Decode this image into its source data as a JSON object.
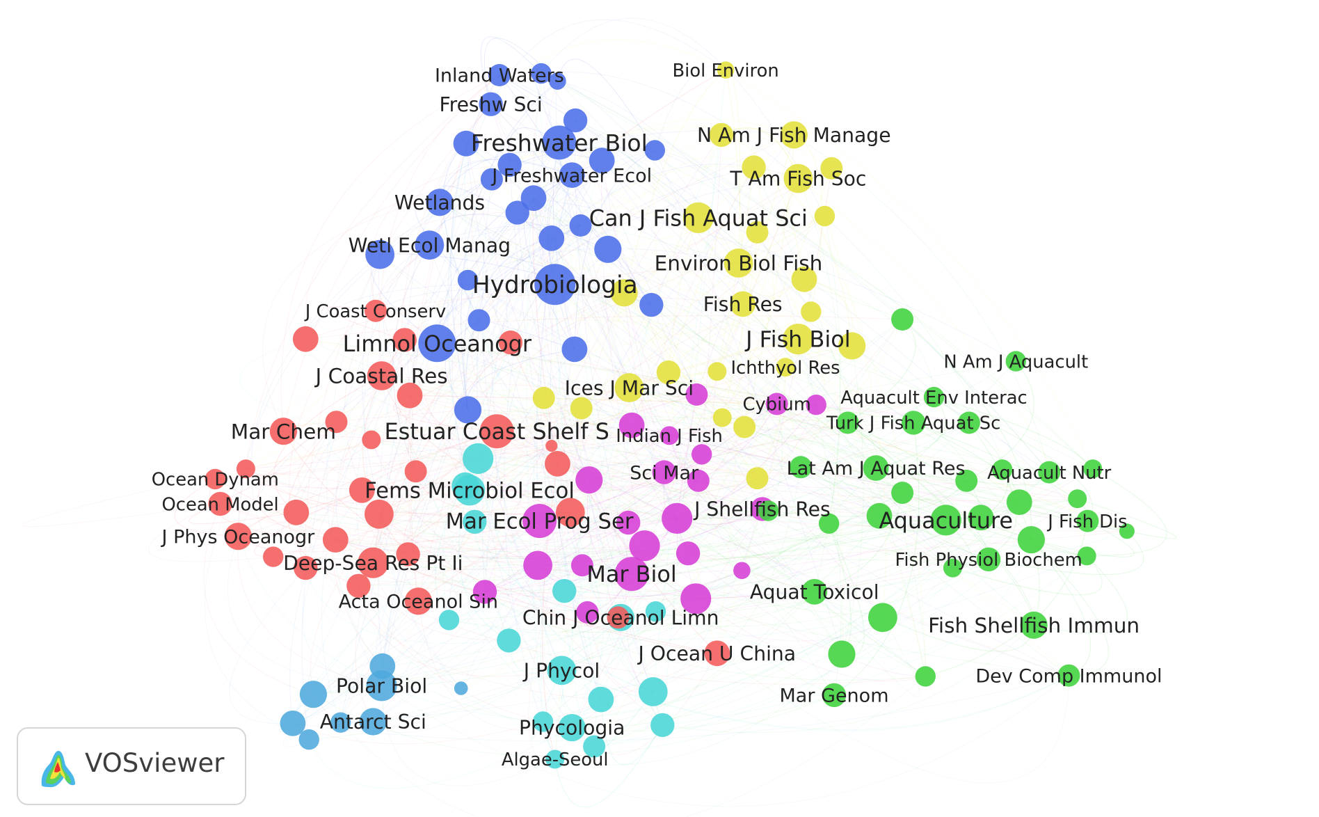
{
  "app": {
    "name": "VOSviewer"
  },
  "cluster_colors": {
    "red": "#f45b5b",
    "blue": "#4b6ee8",
    "yellow": "#e3e03a",
    "green": "#3fd33c",
    "purple": "#d63ed6",
    "cyan": "#49d6d6",
    "lightblue": "#4fa9dd"
  },
  "journals": [
    {
      "label": "Inland Waters",
      "cluster": "blue"
    },
    {
      "label": "Freshw Sci",
      "cluster": "blue"
    },
    {
      "label": "Freshwater Biol",
      "cluster": "blue"
    },
    {
      "label": "J Freshwater Ecol",
      "cluster": "blue"
    },
    {
      "label": "Wetlands",
      "cluster": "blue"
    },
    {
      "label": "Wetl Ecol Manag",
      "cluster": "blue"
    },
    {
      "label": "Hydrobiologia",
      "cluster": "blue"
    },
    {
      "label": "Limnol Oceanogr",
      "cluster": "blue"
    },
    {
      "label": "Biol Environ",
      "cluster": "yellow"
    },
    {
      "label": "N Am J Fish Manage",
      "cluster": "yellow"
    },
    {
      "label": "T Am Fish Soc",
      "cluster": "yellow"
    },
    {
      "label": "Can J Fish Aquat Sci",
      "cluster": "yellow"
    },
    {
      "label": "Environ Biol Fish",
      "cluster": "yellow"
    },
    {
      "label": "Fish Res",
      "cluster": "yellow"
    },
    {
      "label": "J Fish Biol",
      "cluster": "yellow"
    },
    {
      "label": "Ichthyol Res",
      "cluster": "yellow"
    },
    {
      "label": "Ices J Mar Sci",
      "cluster": "yellow"
    },
    {
      "label": "J Coast Conserv",
      "cluster": "red"
    },
    {
      "label": "J Coastal Res",
      "cluster": "red"
    },
    {
      "label": "Mar Chem",
      "cluster": "red"
    },
    {
      "label": "Estuar Coast Shelf S",
      "cluster": "red"
    },
    {
      "label": "Ocean Dynam",
      "cluster": "red"
    },
    {
      "label": "Ocean Model",
      "cluster": "red"
    },
    {
      "label": "J Phys Oceanogr",
      "cluster": "red"
    },
    {
      "label": "Deep-Sea Res Pt Ii",
      "cluster": "red"
    },
    {
      "label": "Acta Oceanol Sin",
      "cluster": "red"
    },
    {
      "label": "J Ocean U China",
      "cluster": "red"
    },
    {
      "label": "Fems Microbiol Ecol",
      "cluster": "cyan"
    },
    {
      "label": "Chin J Oceanol Limn",
      "cluster": "cyan"
    },
    {
      "label": "J Phycol",
      "cluster": "cyan"
    },
    {
      "label": "Phycologia",
      "cluster": "cyan"
    },
    {
      "label": "Algae-Seoul",
      "cluster": "cyan"
    },
    {
      "label": "Polar Biol",
      "cluster": "lightblue"
    },
    {
      "label": "Antarct Sci",
      "cluster": "lightblue"
    },
    {
      "label": "Indian J Fish",
      "cluster": "purple"
    },
    {
      "label": "Sci Mar",
      "cluster": "purple"
    },
    {
      "label": "Mar Ecol Prog Ser",
      "cluster": "purple"
    },
    {
      "label": "J Shellfish Res",
      "cluster": "purple"
    },
    {
      "label": "Mar Biol",
      "cluster": "purple"
    },
    {
      "label": "Cybium",
      "cluster": "purple"
    },
    {
      "label": "N Am J Aquacult",
      "cluster": "green"
    },
    {
      "label": "Aquacult Env Interac",
      "cluster": "green"
    },
    {
      "label": "Turk J Fish Aquat Sc",
      "cluster": "green"
    },
    {
      "label": "Lat Am J Aquat Res",
      "cluster": "green"
    },
    {
      "label": "Aquacult Nutr",
      "cluster": "green"
    },
    {
      "label": "Aquaculture",
      "cluster": "green"
    },
    {
      "label": "J Fish Dis",
      "cluster": "green"
    },
    {
      "label": "Fish Physiol Biochem",
      "cluster": "green"
    },
    {
      "label": "Aquat Toxicol",
      "cluster": "green"
    },
    {
      "label": "Fish Shellfish Immun",
      "cluster": "green"
    },
    {
      "label": "Dev Comp Immunol",
      "cluster": "green"
    },
    {
      "label": "Mar Genom",
      "cluster": "green"
    }
  ]
}
